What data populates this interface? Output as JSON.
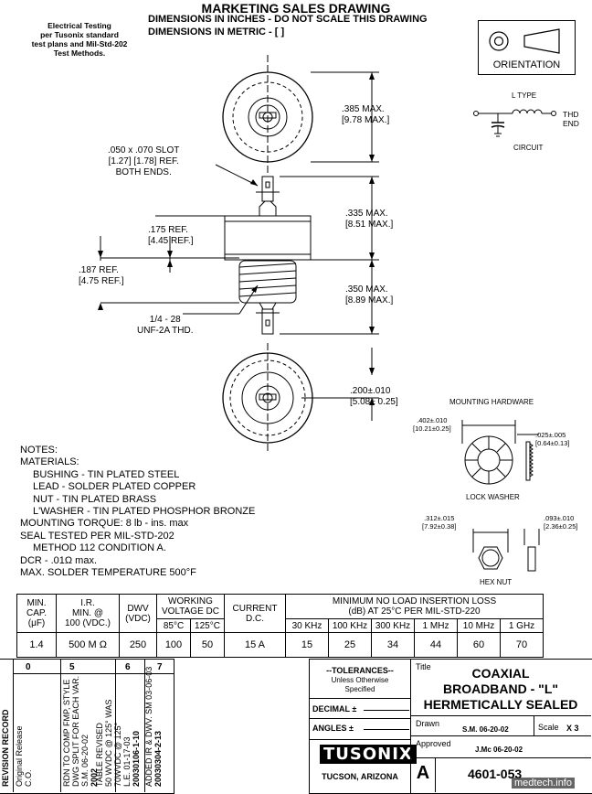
{
  "header": {
    "title": "MARKETING SALES DRAWING",
    "dimensions_inches": "DIMENSIONS IN INCHES - DO NOT SCALE THIS DRAWING",
    "dimensions_metric": "DIMENSIONS IN METRIC - [    ]",
    "electrical_testing": [
      "Electrical Testing",
      "per Tusonix standard",
      "test plans and Mil-Std-202",
      "Test Methods."
    ]
  },
  "orientation": {
    "label": "ORIENTATION"
  },
  "circuit": {
    "type_label": "L TYPE",
    "thd_label": "THD",
    "end_label": "END",
    "circuit_label": "CIRCUIT"
  },
  "drawing": {
    "dim_385": ".385 MAX.",
    "dim_385_m": "[9.78 MAX.]",
    "slot_1": ".050 x .070 SLOT",
    "slot_2": "[1.27] [1.78] REF.",
    "slot_3": "BOTH ENDS.",
    "dim_335": ".335 MAX.",
    "dim_335_m": "[8.51 MAX.]",
    "dim_175": ".175 REF.",
    "dim_175_m": "[4.45 REF.]",
    "dim_187": ".187 REF.",
    "dim_187_m": "[4.75 REF.]",
    "dim_350": ".350 MAX.",
    "dim_350_m": "[8.89 MAX.]",
    "thread_1": "1/4 - 28",
    "thread_2": "UNF-2A THD.",
    "dim_200": ".200±.010",
    "dim_200_m": "[5.08± 0.25]"
  },
  "hardware": {
    "title": "MOUNTING HARDWARE",
    "washer_od": ".402±.010",
    "washer_od_m": "[10.21±0.25]",
    "washer_t": ".025±.005",
    "washer_t_m": "[0.64±0.13]",
    "washer_label": "LOCK WASHER",
    "nut_af": ".312±.015",
    "nut_af_m": "[7.92±0.38]",
    "nut_t": ".093±.010",
    "nut_t_m": "[2.36±0.25]",
    "nut_label": "HEX NUT"
  },
  "notes": {
    "lines": [
      {
        "text": "NOTES:",
        "indent": false
      },
      {
        "text": "MATERIALS:",
        "indent": false
      },
      {
        "text": "BUSHING - TIN PLATED STEEL",
        "indent": true
      },
      {
        "text": "LEAD - SOLDER PLATED COPPER",
        "indent": true
      },
      {
        "text": "NUT - TIN PLATED BRASS",
        "indent": true
      },
      {
        "text": "L'WASHER - TIN PLATED PHOSPHOR BRONZE",
        "indent": true
      },
      {
        "text": "MOUNTING TORQUE:  8 lb - ins. max",
        "indent": false
      },
      {
        "text": "SEAL TESTED PER MIL-STD-202",
        "indent": false
      },
      {
        "text": "METHOD 112 CONDITION A.",
        "indent": true
      },
      {
        "text": "DCR - .01Ω max.",
        "indent": false
      },
      {
        "text": "MAX. SOLDER TEMPERATURE 500°F",
        "indent": false
      }
    ]
  },
  "spec_table": {
    "min_cap": [
      "MIN.",
      "CAP.",
      "(μF)"
    ],
    "ir": [
      "I.R.",
      "MIN. @",
      "100 (VDC.)"
    ],
    "dwv": [
      "DWV",
      "(VDC)"
    ],
    "working_voltage": [
      "WORKING",
      "VOLTAGE DC"
    ],
    "wv_85": "85°C",
    "wv_125": "125°C",
    "current": [
      "CURRENT",
      "D.C."
    ],
    "insertion_loss": [
      "MINIMUM NO LOAD INSERTION LOSS",
      "(dB)  AT 25°C PER MIL-STD-220"
    ],
    "freqs": [
      "30 KHz",
      "100 KHz",
      "300 KHz",
      "1 MHz",
      "10 MHz",
      "1 GHz"
    ],
    "values": {
      "cap": "1.4",
      "ir": "500 M Ω",
      "dwv": "250",
      "wv85": "100",
      "wv125": "50",
      "current": "15 A",
      "loss": [
        "15",
        "25",
        "34",
        "44",
        "60",
        "70"
      ]
    }
  },
  "revision": {
    "title": "REVISION RECORD",
    "columns": [
      {
        "rev": "0",
        "lines": [
          "Original Release",
          "C.O."
        ]
      },
      {
        "rev": "5",
        "lines": [
          "RDN TO COMP FMP, STYLE",
          "DWG SPLIT FOR EACH VAR.",
          "S.M. 06-20-02",
          "2002"
        ]
      },
      {
        "rev": "6",
        "lines": [
          "TABLE REVISED",
          "50 WVDC @ 125° WAS",
          "70WVDC @ 125°",
          "L.E. 01-17-03",
          "20030106-1-10"
        ]
      },
      {
        "rev": "7",
        "lines": [
          "ADDED IR & DWV. SM 03-06-03",
          "20030304-2-13"
        ]
      }
    ]
  },
  "title_block": {
    "tolerances_title": "--TOLERANCES--",
    "tolerances_sub1": "Unless Otherwise",
    "tolerances_sub2": "Specified",
    "decimal": "DECIMAL ±",
    "angles": "ANGLES ±",
    "company": "TUSONIX",
    "location": "TUCSON, ARIZONA",
    "title_label": "Title",
    "title_lines": [
      "COAXIAL",
      "BROADBAND - \"L\"",
      "HERMETICALLY SEALED"
    ],
    "drawn_label": "Drawn",
    "drawn_value": "S.M. 06-20-02",
    "scale_label": "Scale",
    "scale_value": "X 3",
    "approved_label": "Approved",
    "approved_value": "J.Mc 06-20-02",
    "size": "A",
    "part_number": "4601-053",
    "watermark": "medtech.info"
  }
}
